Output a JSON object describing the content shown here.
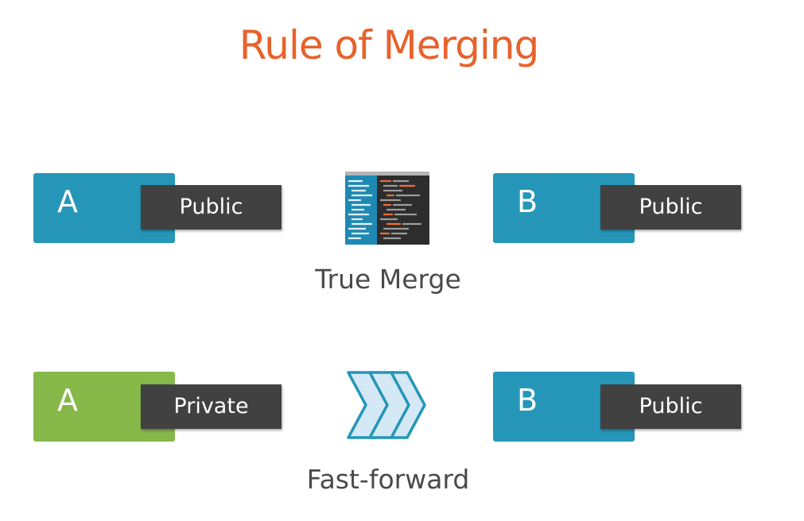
{
  "title": "Rule of Merging",
  "colors": {
    "title": "#e8612c",
    "blue_box": "#2596b8",
    "green_box": "#86b84a",
    "tag": "#414141"
  },
  "rows": [
    {
      "left": {
        "letter": "A",
        "tag": "Public",
        "color": "blue"
      },
      "middle": {
        "icon": "code-editor-icon",
        "caption": "True Merge"
      },
      "right": {
        "letter": "B",
        "tag": "Public",
        "color": "blue"
      }
    },
    {
      "left": {
        "letter": "A",
        "tag": "Private",
        "color": "green"
      },
      "middle": {
        "icon": "fast-forward-icon",
        "caption": "Fast-forward"
      },
      "right": {
        "letter": "B",
        "tag": "Public",
        "color": "blue"
      }
    }
  ]
}
